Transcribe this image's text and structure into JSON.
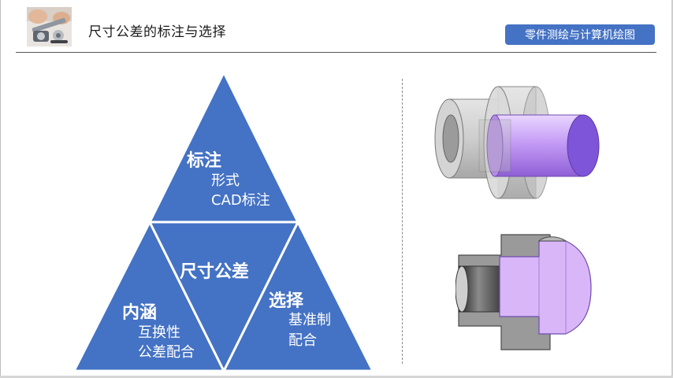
{
  "header": {
    "title": "尺寸公差的标注与选择",
    "course_badge": "零件测绘与计算机绘图"
  },
  "pyramid": {
    "top": {
      "heading": "标注",
      "lines": [
        "形式",
        "CAD标注"
      ]
    },
    "center": {
      "heading": "尺寸公差"
    },
    "left": {
      "heading": "内涵",
      "lines": [
        "互换性",
        "公差配合"
      ]
    },
    "right": {
      "heading": "选择",
      "lines": [
        "基准制",
        "配合"
      ]
    }
  },
  "colors": {
    "triangle_fill": "#4472c4",
    "triangle_stroke": "#ffffff",
    "badge_bg": "#4472c4",
    "shaft_purple": "#b583f0",
    "hole_gray": "#9a9a9a"
  },
  "icons": {
    "thumbnail": "measuring-tools-photo",
    "model_top": "3d-shaft-in-hole-model",
    "model_bottom": "shaft-hole-cross-section"
  }
}
